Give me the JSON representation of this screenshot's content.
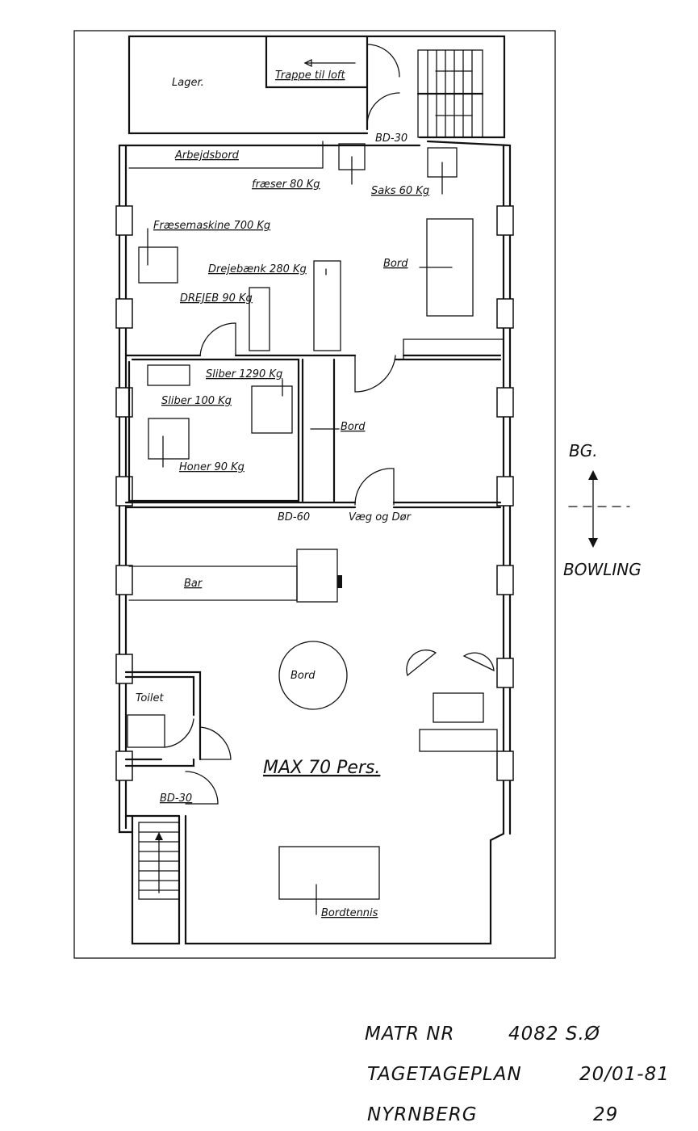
{
  "rooms": {
    "lager": "Lager.",
    "trappe": "Trappe til loft",
    "bd30_top": "BD-30",
    "arbejdsbord": "Arbejdsbord",
    "fraeser": "fræser 80 Kg",
    "saks": "Saks 60 Kg",
    "fraesemaskine": "Fræsemaskine 700 Kg",
    "drejebank": "Drejebænk 280 Kg",
    "drejeb": "DREJEB 90 Kg",
    "bord_top": "Bord",
    "sliber_1": "Sliber 1290 Kg",
    "sliber_2": "Sliber 100 Kg",
    "honer": "Honer 90 Kg",
    "bord_mid": "Bord",
    "bd60": "BD-60",
    "vaeg": "Væg og Dør",
    "bar": "Bar",
    "bord_round": "Bord",
    "toilet": "Toilet",
    "bd30_bottom": "BD-30",
    "max": "MAX 70 Pers.",
    "bordtennis": "Bordtennis"
  },
  "orientation": {
    "top": "BG.",
    "bottom": "BOWLING"
  },
  "title_block": {
    "line1_label": "MATR NR",
    "line1_value": "4082 S.Ø",
    "line2_label": "TAGETAGEPLAN",
    "line2_value": "20/01-81",
    "line3_label": "NYRNBERG",
    "line3_value": "29"
  }
}
